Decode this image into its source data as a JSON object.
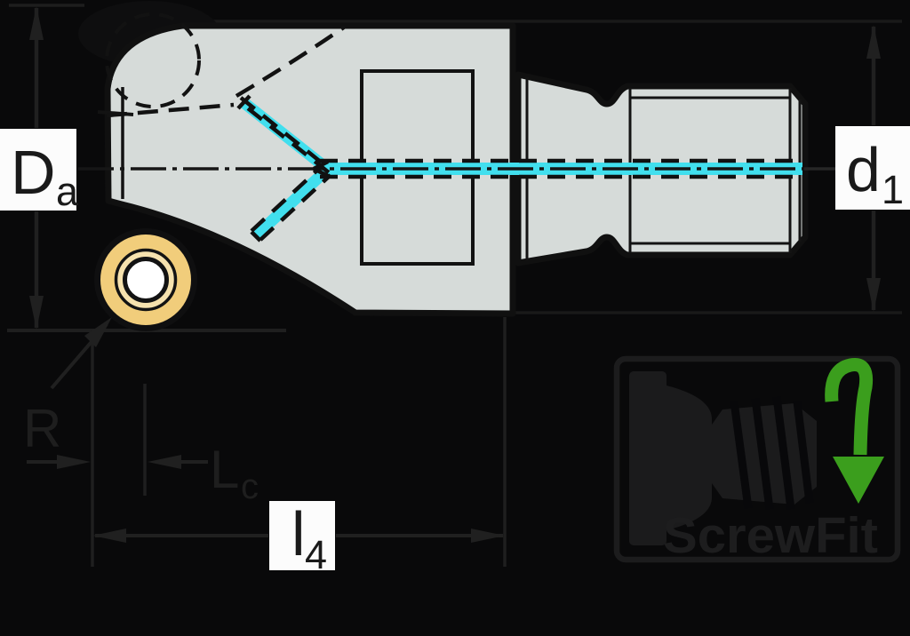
{
  "diagram": {
    "title": "ScrewFit milling cutter dimension drawing",
    "labels": {
      "da_main": "D",
      "da_sub": "a",
      "d1_main": "d",
      "d1_sub": "1",
      "l4_main": "l",
      "l4_sub": "4",
      "r": "R",
      "lc_main": "L",
      "lc_sub": "c"
    },
    "logo": {
      "text": "ScrewFit"
    },
    "colors": {
      "background": "#09090a",
      "body_gray": "#d6dbd9",
      "outline_black": "#101010",
      "coolant_cyan": "#41dfee",
      "insert_gold": "#f1cd7b",
      "insert_cream": "#f6e2ae",
      "insert_bore_white": "#ffffff",
      "label_box_white": "#fcfcfc",
      "label_text": "#1a1a1a",
      "dim_line_gray": "#202020",
      "extension_line_gray": "#1a1a1a",
      "logo_gray": "#1c1c1d",
      "arrow_green": "#3b9e1d"
    }
  }
}
